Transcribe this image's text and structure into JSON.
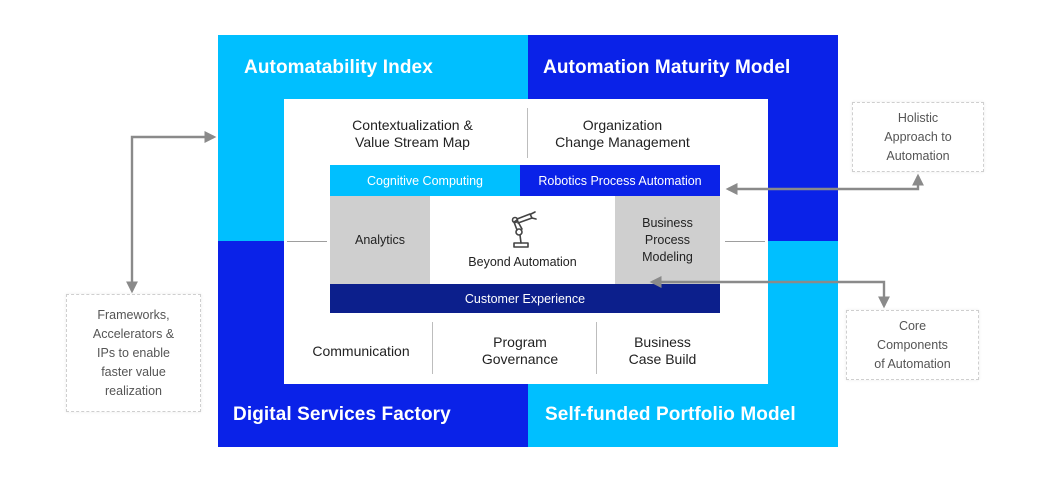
{
  "quadrants": {
    "top_left": "Automatability Index",
    "top_right": "Automation Maturity Model",
    "bottom_left": "Digital Services Factory",
    "bottom_right": "Self-funded Portfolio Model"
  },
  "inner": {
    "top_left": "Contextualization &\nValue Stream Map",
    "top_right": "Organization\nChange Management",
    "band_cognitive": "Cognitive Computing",
    "band_rpa": "Robotics Process Automation",
    "analytics": "Analytics",
    "center": "Beyond Automation",
    "bpm": "Business\nProcess\nModeling",
    "band_cx": "Customer Experience",
    "bottom_1": "Communication",
    "bottom_2": "Program\nGovernance",
    "bottom_3": "Business\nCase Build"
  },
  "side_boxes": {
    "left": "Frameworks,\nAccelerators &\nIPs to enable\nfaster value\nrealization",
    "right_top": "Holistic\nApproach to\nAutomation",
    "right_bottom": "Core\nComponents\nof Automation"
  },
  "colors": {
    "cyan": "#00bfff",
    "blue": "#0a22e8",
    "navy": "#0c1f8c",
    "gray": "#cfcfcf",
    "arrow": "#8a8a8a"
  },
  "icons": {
    "center_icon": "robotic-arm-icon"
  }
}
